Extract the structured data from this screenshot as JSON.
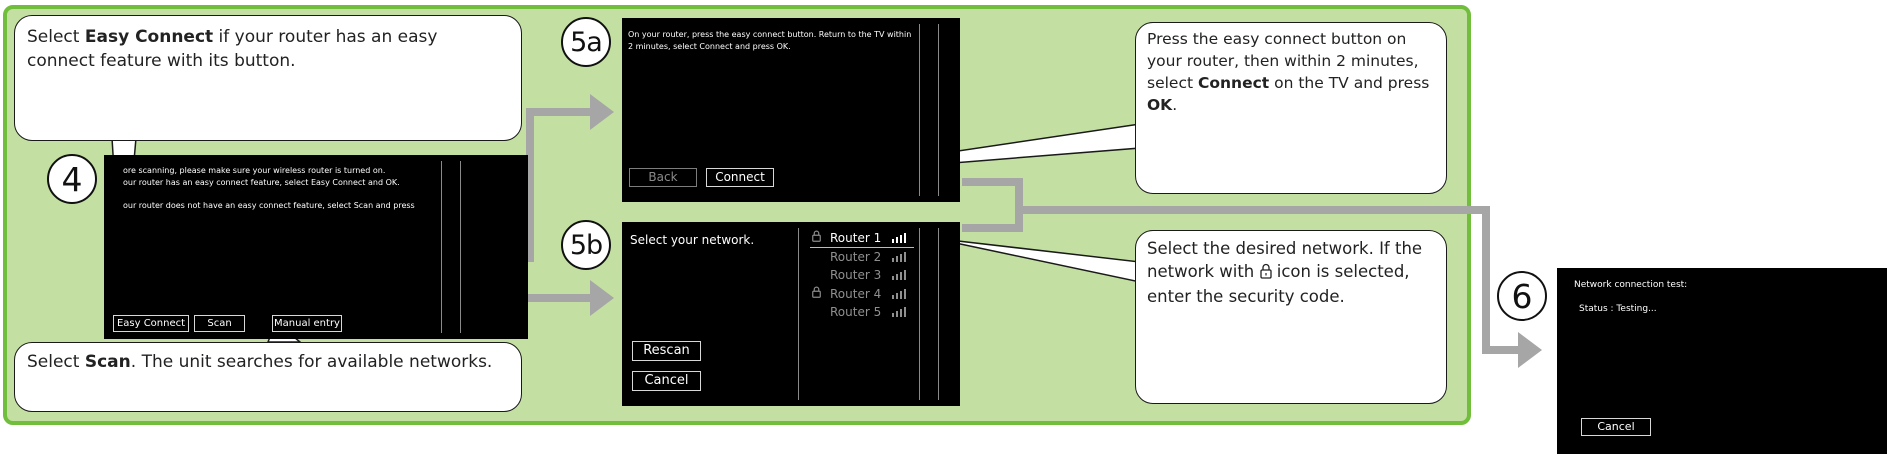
{
  "step4": {
    "number": "4",
    "screen_text": {
      "line1": "ore scanning, please make sure your wireless router is turned on.",
      "line2": "our router has an easy connect feature, select Easy Connect and OK.",
      "line3": "our router does not have an easy connect feature, select Scan and press"
    },
    "buttons": {
      "easy_connect": "Easy Connect",
      "scan": "Scan",
      "manual_entry": "Manual entry"
    },
    "callout_easy": {
      "pre": "Select ",
      "bold": "Easy Connect",
      "post": " if your router has an easy connect feature with its button."
    },
    "callout_scan": {
      "pre": "Select ",
      "bold": "Scan",
      "post": ". The unit searches for available networks."
    }
  },
  "step5a": {
    "number": "5a",
    "screen_text": "On your router, press the easy connect button. Return to the TV within 2 minutes, select Connect and press OK.",
    "buttons": {
      "back": "Back",
      "connect": "Connect"
    },
    "callout": {
      "t1": "Press the easy connect button on your router, then within 2 minutes, select ",
      "b1": "Connect",
      "t2": " on the TV and press ",
      "b2": "OK",
      "t3": "."
    }
  },
  "step5b": {
    "number": "5b",
    "title": "Select your network.",
    "routers": [
      {
        "name": "Router 1",
        "locked": true,
        "selected": true
      },
      {
        "name": "Router 2",
        "locked": false,
        "selected": false
      },
      {
        "name": "Router 3",
        "locked": false,
        "selected": false
      },
      {
        "name": "Router 4",
        "locked": true,
        "selected": false
      },
      {
        "name": "Router 5",
        "locked": false,
        "selected": false
      }
    ],
    "buttons": {
      "rescan": "Rescan",
      "cancel": "Cancel"
    },
    "callout": {
      "t1": "Select the desired network. If the network with ",
      "t2": " icon is selected, enter the security code."
    }
  },
  "step6": {
    "number": "6",
    "title": "Network connection test:",
    "status": "Status : Testing...",
    "button": "Cancel"
  },
  "colors": {
    "panel": "#c3e0a2",
    "panel_border": "#70be3c",
    "arrow": "#a6a6a6",
    "screen": "#000000"
  }
}
